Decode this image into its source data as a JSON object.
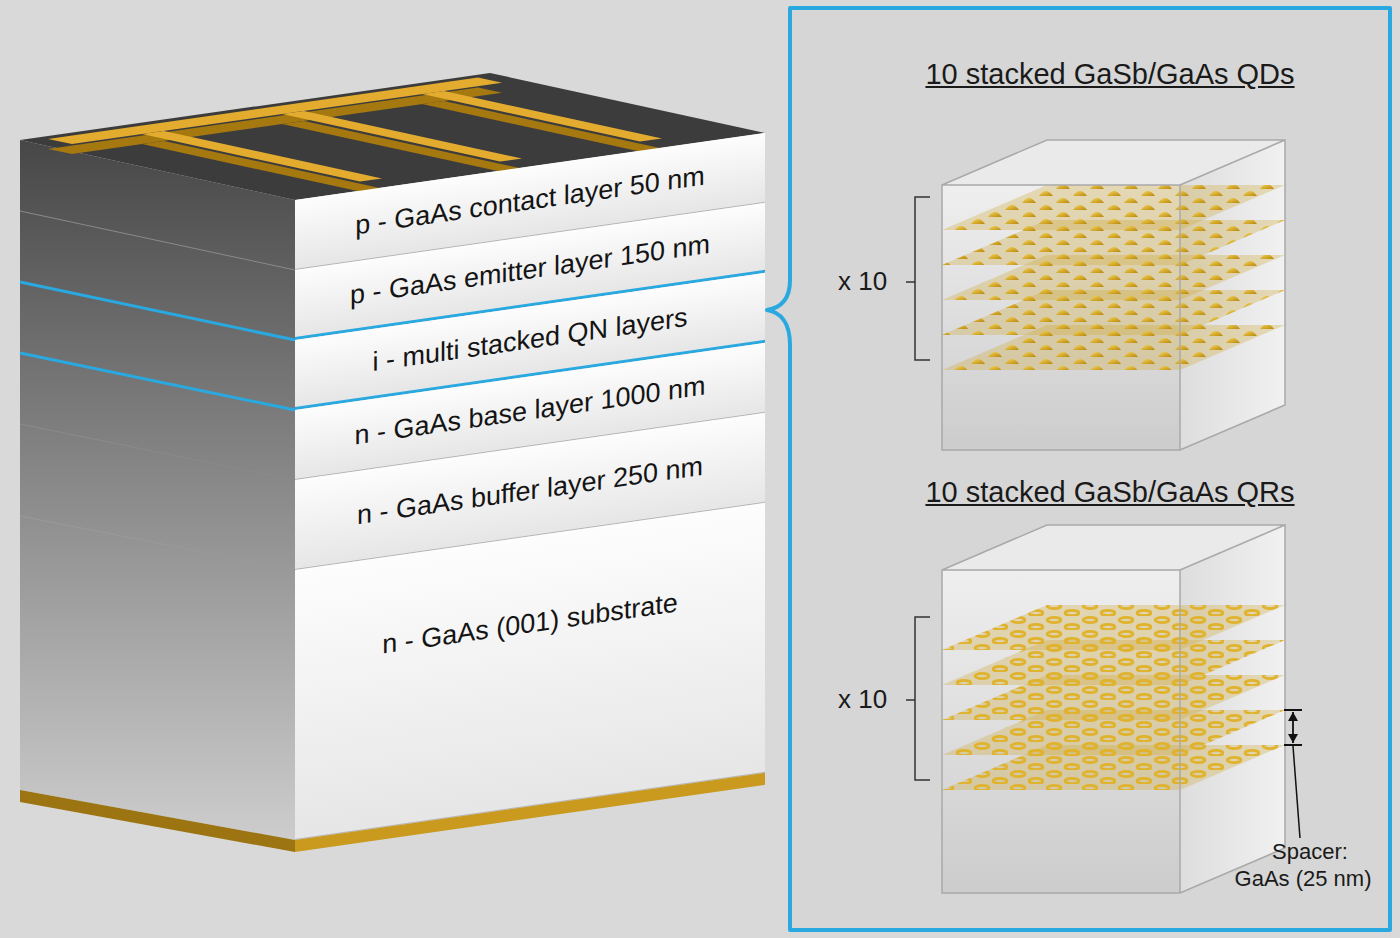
{
  "diagram": {
    "nodes": [
      {
        "text": [
          "p - GaAs contact layer 50 nm"
        ]
      },
      {
        "text": [
          "p - GaAs emitter layer 150 nm"
        ]
      },
      {
        "text": [
          "i - multi stacked QN layers"
        ]
      },
      {
        "text": [
          "n - GaAs base layer 1000 nm"
        ]
      },
      {
        "text": [
          "n - GaAs buffer layer 250 nm"
        ]
      },
      {
        "text": [
          "n - GaAs (001) substrate"
        ]
      },
      {
        "text": [
          "10 stacked GaSb/GaAs QDs"
        ]
      },
      {
        "text": [
          "10 stacked GaSb/GaAs QRs"
        ]
      }
    ],
    "labels": [
      "x 10",
      "x 10",
      "Spacer: GaAs (25 nm)"
    ]
  }
}
